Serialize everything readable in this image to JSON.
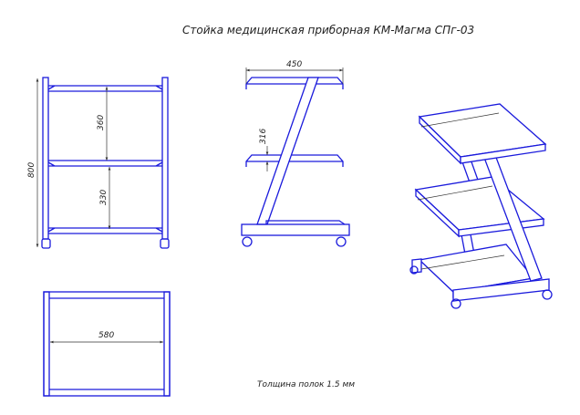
{
  "title": "Стойка медицинская приборная КМ-Магма СПг-03",
  "note": "Толщина полок 1.5 мм",
  "dimensions": {
    "front_height": "800",
    "front_upper_gap": "360",
    "front_lower_gap": "330",
    "side_width": "450",
    "side_offset": "316",
    "top_length": "580"
  },
  "colors": {
    "line": "#1a1adc",
    "dimension": "#333333"
  }
}
